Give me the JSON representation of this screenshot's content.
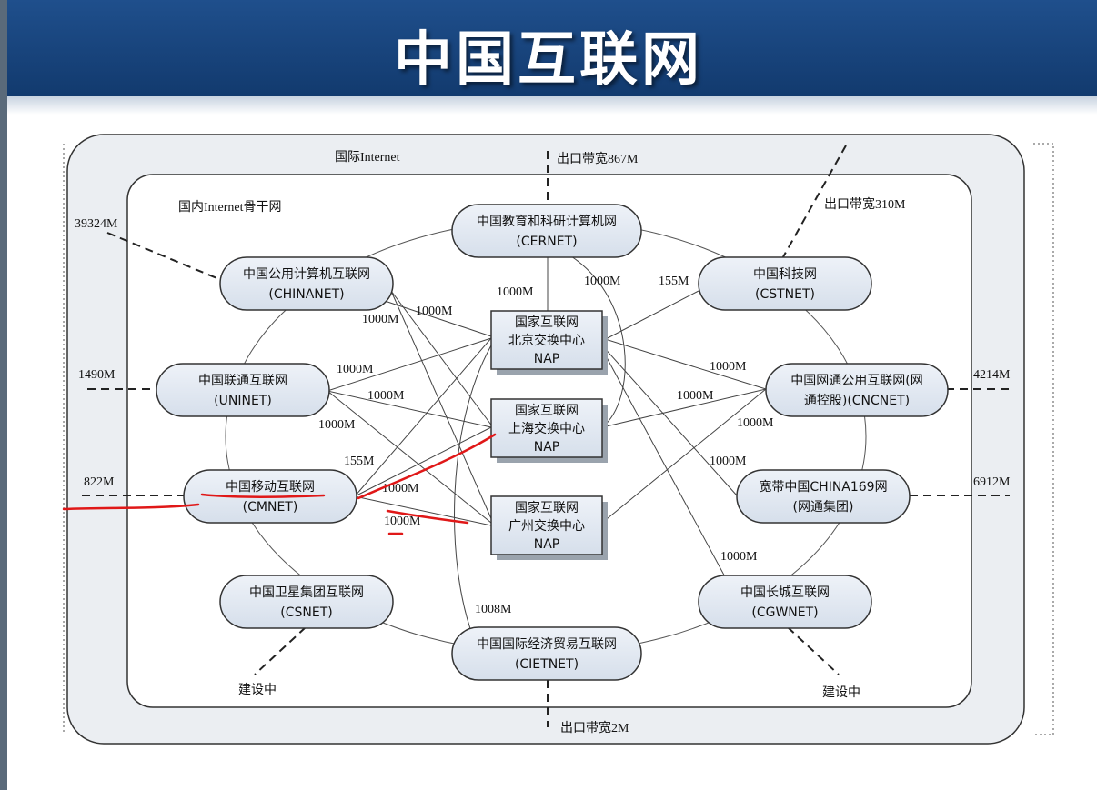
{
  "title": "中国互联网",
  "regions": {
    "outer": "国际Internet",
    "inner": "国内Internet骨干网"
  },
  "nodes": {
    "cernet": {
      "name": "中国教育和科研计算机网",
      "code": "(CERNET)"
    },
    "chinanet": {
      "name": "中国公用计算机互联网",
      "code": "(CHINANET)"
    },
    "cstnet": {
      "name": "中国科技网",
      "code": "(CSTNET)"
    },
    "uninet": {
      "name": "中国联通互联网",
      "code": "(UNINET)"
    },
    "cncnet": {
      "name": "中国网通公用互联网(网",
      "code": "通控股)(CNCNET)"
    },
    "cmnet": {
      "name": "中国移动互联网",
      "code": "(CMNET)"
    },
    "china169": {
      "name": "宽带中国CHINA169网",
      "code": "(网通集团)"
    },
    "csnet": {
      "name": "中国卫星集团互联网",
      "code": "(CSNET)"
    },
    "cgwnet": {
      "name": "中国长城互联网",
      "code": "(CGWNET)"
    },
    "cietnet": {
      "name": "中国国际经济贸易互联网",
      "code": "(CIETNET)"
    }
  },
  "naps": {
    "beijing": {
      "l1": "国家互联网",
      "l2": "北京交换中心",
      "l3": "NAP"
    },
    "shanghai": {
      "l1": "国家互联网",
      "l2": "上海交换中心",
      "l3": "NAP"
    },
    "guangzhou": {
      "l1": "国家互联网",
      "l2": "广州交换中心",
      "l3": "NAP"
    }
  },
  "external": {
    "chinanet": "39324M",
    "uninet": "1490M",
    "cmnet": "822M",
    "cernet": "出口带宽867M",
    "cstnet": "出口带宽310M",
    "cncnet": "4214M",
    "china169": "6912M",
    "cietnet": "出口带宽2M",
    "csnet": "建设中",
    "cgwnet": "建设中"
  },
  "links": {
    "l_chinanet_a": "1000M",
    "l_chinanet_b": "1000M",
    "l_cernet": "1000M",
    "l_cernet_b": "1000M",
    "l_cstnet": "155M",
    "l_uninet_a": "1000M",
    "l_uninet_b": "1000M",
    "l_uninet_c": "1000M",
    "l_cncnet_a": "1000M",
    "l_cncnet_b": "1000M",
    "l_cncnet_c": "1000M",
    "l_cmnet_a": "155M",
    "l_cmnet_b": "1000M",
    "l_cmnet_c": "1000M",
    "l_china169": "1000M",
    "l_cgwnet": "1000M",
    "l_cietnet": "1008M"
  }
}
